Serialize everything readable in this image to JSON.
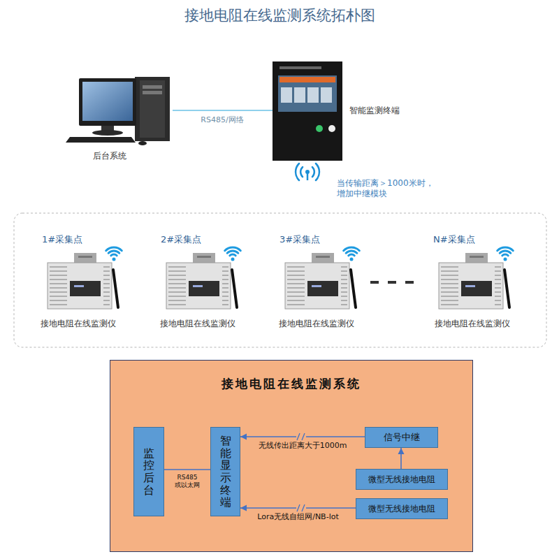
{
  "diagram": {
    "title": "接地电阻在线监测系统拓朴图",
    "nodes": [
      {
        "text": [
          "接地电阻在线监测系统"
        ]
      },
      {
        "text": [
          "监控后台"
        ],
        "in": 0
      },
      {
        "text": [
          "智能显示终端"
        ],
        "in": 0
      },
      {
        "text": [
          "信号中继"
        ],
        "in": 0
      },
      {
        "text": [
          "微型无线接地电阻"
        ],
        "in": 0
      },
      {
        "text": [
          "微型无线接地电阻"
        ],
        "in": 0
      }
    ],
    "edges": [
      {
        "from": 1,
        "to": 2,
        "label": "RS485 或以太网",
        "arrow": "none"
      },
      {
        "from": 3,
        "to": 2,
        "label": "无线传出距离大于1000m",
        "arrow": "to"
      },
      {
        "from": 4,
        "to": 3,
        "arrow": "to"
      },
      {
        "from": 5,
        "to": 2,
        "label": "Lora无线自组网/NB-lot",
        "arrow": "to"
      }
    ],
    "labels": [
      "后台系统",
      "RS485/网络",
      "智能监测终端",
      "当传输距离＞1000米时， 增加中继模块",
      "1#采集点",
      "接地电阻在线监测仪",
      "2#采集点",
      "接地电阻在线监测仪",
      "3#采集点",
      "接地电阻在线监测仪",
      "N#采集点",
      "接地电阻在线监测仪"
    ]
  }
}
